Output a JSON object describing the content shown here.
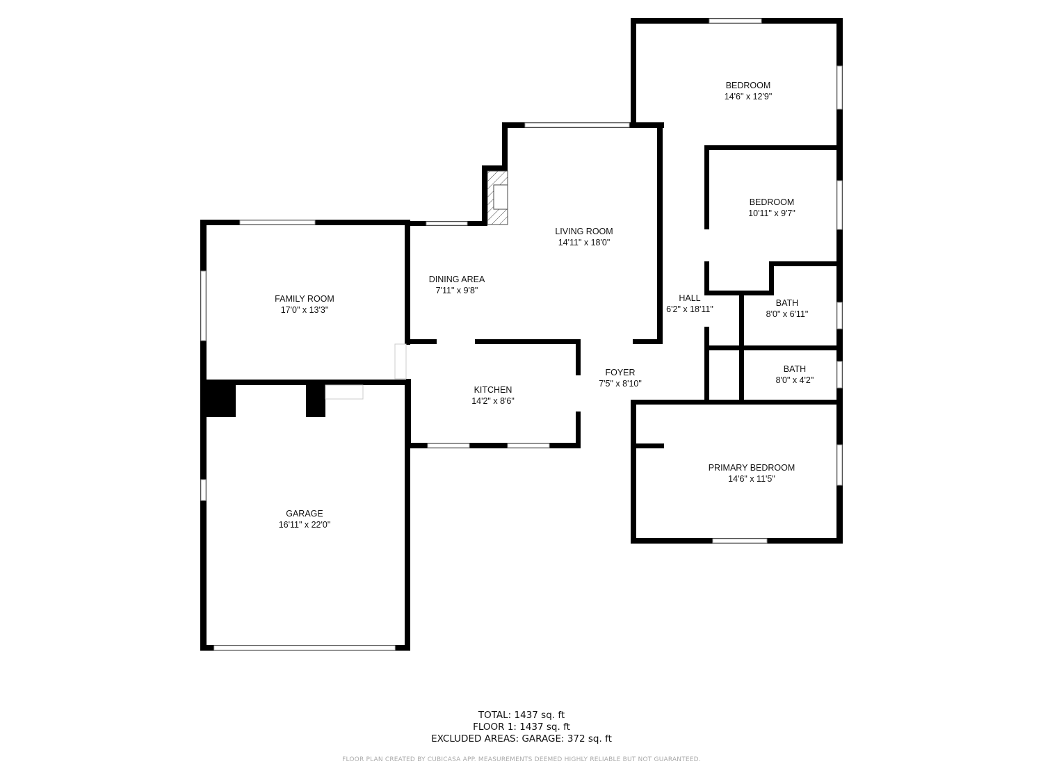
{
  "rooms": {
    "bedroom1": {
      "name": "BEDROOM",
      "size": "14'6\" x 12'9\""
    },
    "bedroom2": {
      "name": "BEDROOM",
      "size": "10'11\" x 9'7\""
    },
    "living": {
      "name": "LIVING ROOM",
      "size": "14'11\" x 18'0\""
    },
    "dining": {
      "name": "DINING AREA",
      "size": "7'11\" x 9'8\""
    },
    "family": {
      "name": "FAMILY ROOM",
      "size": "17'0\" x 13'3\""
    },
    "hall": {
      "name": "HALL",
      "size": "6'2\" x 18'11\""
    },
    "bath1": {
      "name": "BATH",
      "size": "8'0\" x 6'11\""
    },
    "bath2": {
      "name": "BATH",
      "size": "8'0\" x 4'2\""
    },
    "foyer": {
      "name": "FOYER",
      "size": "7'5\" x 8'10\""
    },
    "kitchen": {
      "name": "KITCHEN",
      "size": "14'2\" x 8'6\""
    },
    "primary": {
      "name": "PRIMARY BEDROOM",
      "size": "14'6\" x 11'5\""
    },
    "garage": {
      "name": "GARAGE",
      "size": "16'11\" x 22'0\""
    }
  },
  "totals": {
    "total": "TOTAL: 1437 sq. ft",
    "floor1": "FLOOR 1: 1437 sq. ft",
    "excluded": "EXCLUDED AREAS: GARAGE: 372 sq. ft"
  },
  "credit": "FLOOR PLAN CREATED BY CUBICASA APP. MEASUREMENTS DEEMED HIGHLY RELIABLE BUT NOT GUARANTEED.",
  "colors": {
    "wall": "#000000",
    "window": "#999999"
  }
}
